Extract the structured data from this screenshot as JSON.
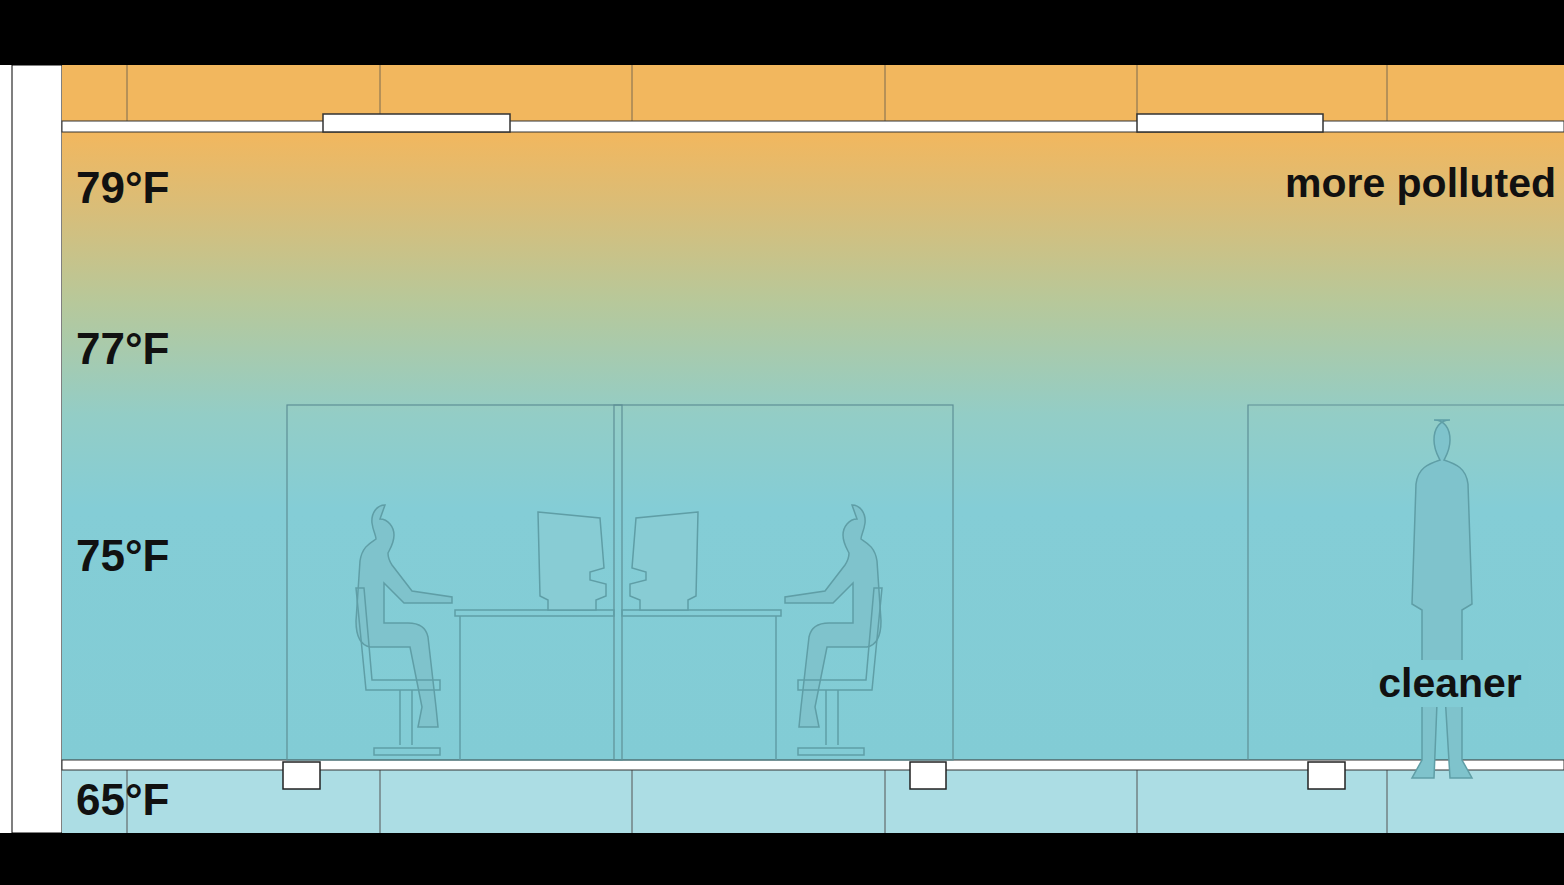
{
  "diagram": {
    "labels": [
      "79°F",
      "more polluted",
      "77°F",
      "75°F",
      "cleaner",
      "65°F"
    ]
  }
}
